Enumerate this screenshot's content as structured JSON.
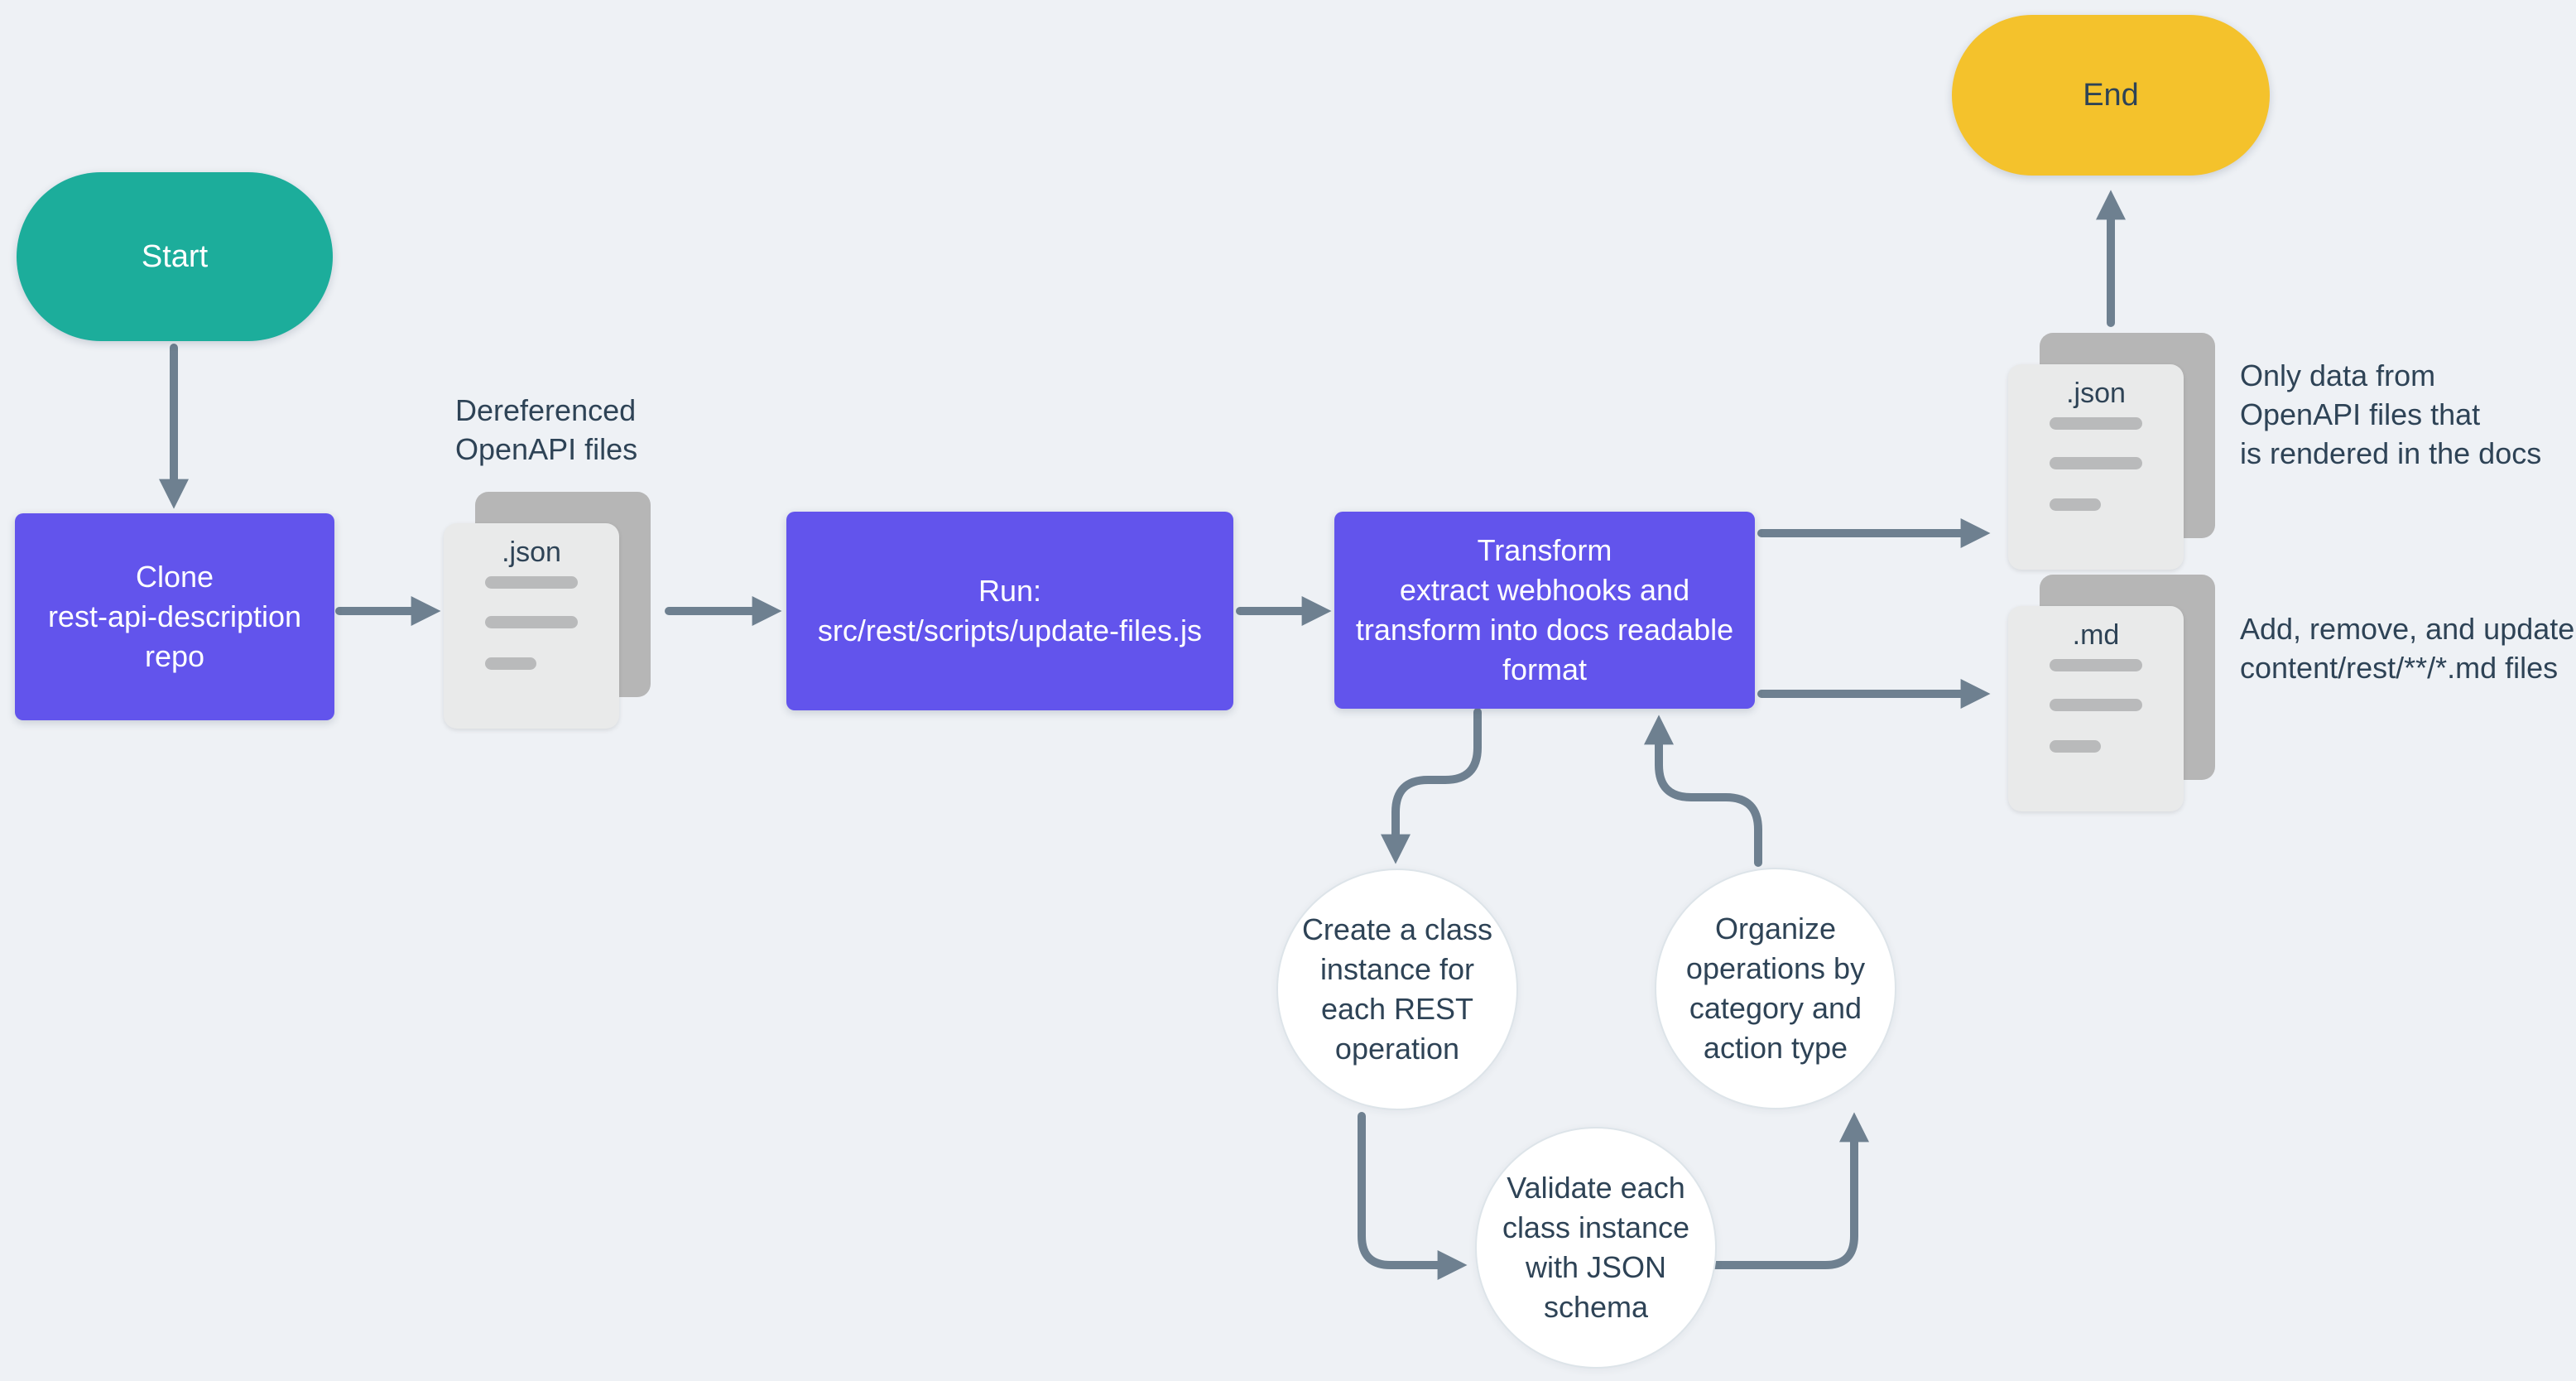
{
  "diagram": {
    "title": "REST API docs update pipeline flowchart",
    "colors": {
      "bg": "#eef1f5",
      "purple": "#6254ec",
      "teal": "#1cad9b",
      "yellow": "#f4c22c",
      "arrow": "#6e8090",
      "ink": "#2e4356",
      "page_front": "#e9eaea",
      "page_back": "#b6b6b6",
      "page_line": "#b9babb",
      "circle_border": "#dde4e9"
    },
    "nodes": {
      "start": {
        "label": "Start"
      },
      "end": {
        "label": "End"
      },
      "clone": {
        "label": "Clone\nrest-api-description\nrepo"
      },
      "run": {
        "label": "Run:\nsrc/rest/scripts/update-files.js"
      },
      "transform": {
        "label": "Transform\nextract webhooks and\ntransform into docs readable\nformat"
      },
      "create_class": {
        "label": "Create a class\ninstance for\neach REST\noperation"
      },
      "validate": {
        "label": "Validate each\nclass instance\nwith JSON\nschema"
      },
      "organize": {
        "label": "Organize\noperations by\ncategory and\naction type"
      }
    },
    "files": {
      "dereferenced_json": {
        "ext": ".json",
        "icon": "file-stack-icon"
      },
      "output_json": {
        "ext": ".json",
        "icon": "file-stack-icon"
      },
      "output_md": {
        "ext": ".md",
        "icon": "file-stack-icon"
      }
    },
    "annotations": {
      "dereferenced": "Dereferenced\nOpenAPI files",
      "only_data": "Only data from\nOpenAPI files that\nis rendered in the docs",
      "md_files": "Add, remove, and update\ncontent/rest/**/*.md files"
    }
  }
}
